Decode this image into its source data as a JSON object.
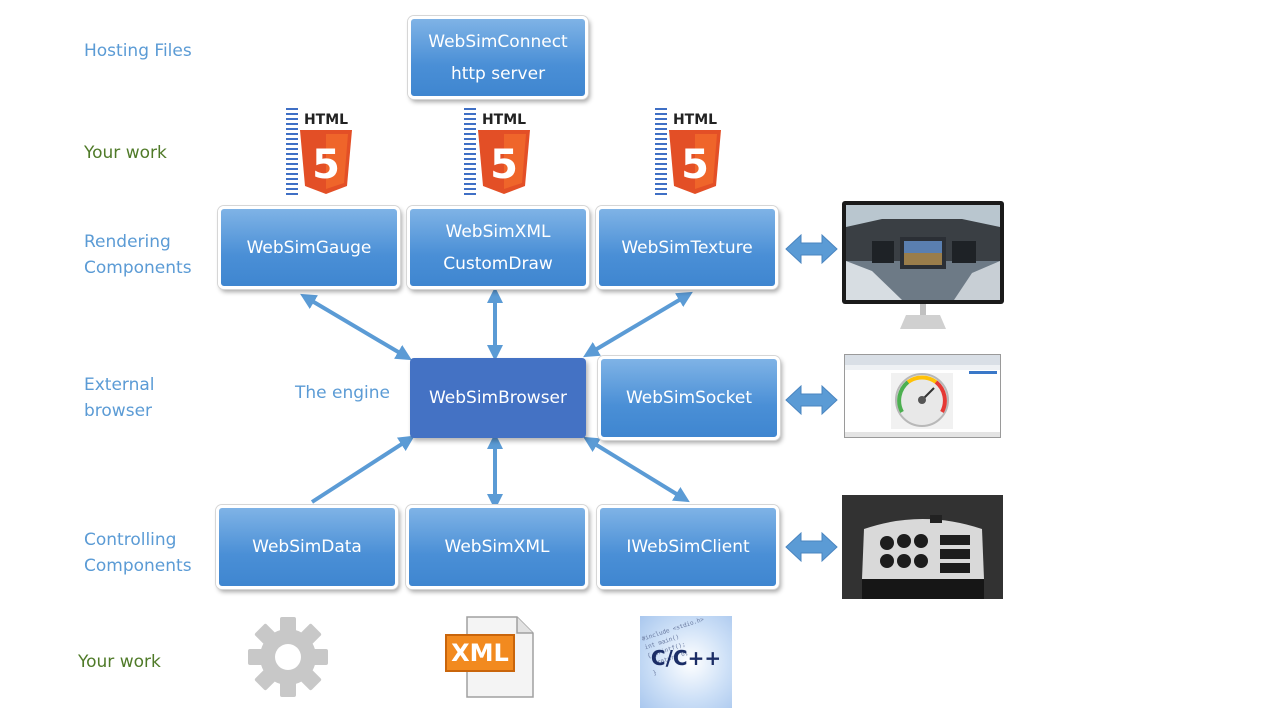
{
  "labels": {
    "hosting": "Hosting Files",
    "work_top": "Your work",
    "rendering_1": "Rendering",
    "rendering_2": "Components",
    "external_1": "External",
    "external_2": "browser",
    "controlling_1": "Controlling",
    "controlling_2": "Components",
    "work_bottom": "Your work",
    "engine": "The engine"
  },
  "boxes": {
    "connect_1": "WebSimConnect",
    "connect_2": "http server",
    "gauge": "WebSimGauge",
    "xml_custom_1": "WebSimXML",
    "xml_custom_2": "CustomDraw",
    "texture": "WebSimTexture",
    "browser": "WebSimBrowser",
    "socket": "WebSimSocket",
    "data": "WebSimData",
    "xml": "WebSimXML",
    "client": "IWebSimClient"
  },
  "icons": {
    "html_label": "HTML",
    "html_digit": "5",
    "xml_label": "XML",
    "cpp_label": "C/C++"
  },
  "colors": {
    "row_label": "#5b9bd5",
    "work_label": "#4f7a28",
    "box_blue": "#4a8fd6",
    "engine_blue": "#4472c4",
    "arrow": "#5b9bd5"
  }
}
